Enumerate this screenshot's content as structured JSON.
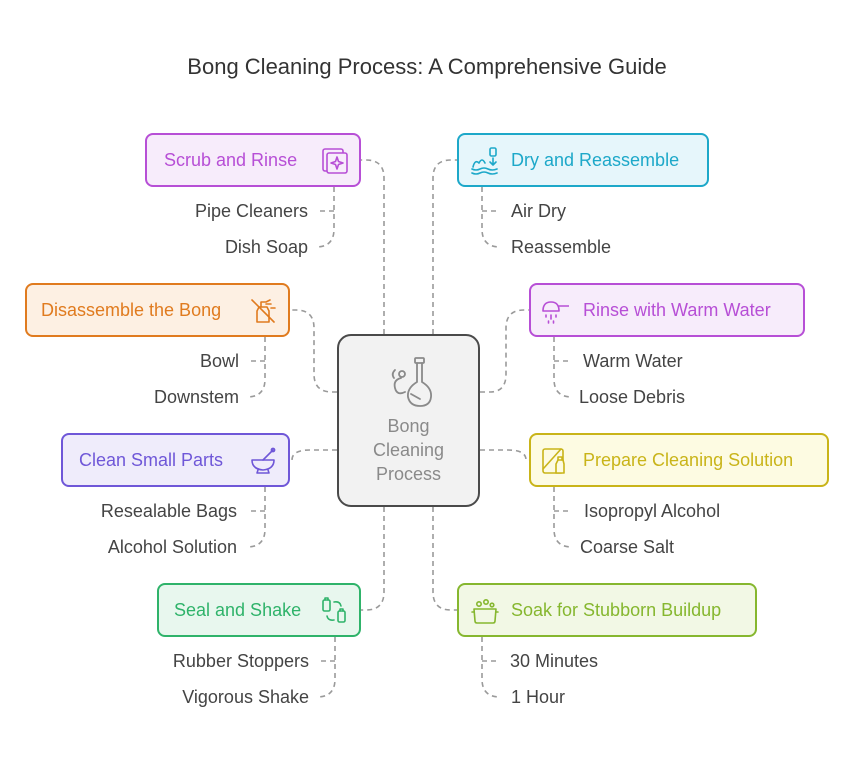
{
  "title": "Bong Cleaning Process: A Comprehensive Guide",
  "center": {
    "lines": [
      "Bong",
      "Cleaning",
      "Process"
    ],
    "icon": "bong-icon"
  },
  "left": [
    {
      "id": "scrub",
      "label": "Scrub and Rinse",
      "color": "#b74fd6",
      "fill": "#f7ecfb",
      "icon": "sparkle-card-icon",
      "items": [
        "Pipe Cleaners",
        "Dish Soap"
      ]
    },
    {
      "id": "disassemble",
      "label": "Disassemble the Bong",
      "color": "#e07b1f",
      "fill": "#fdf0e3",
      "icon": "no-spray-icon",
      "items": [
        "Bowl",
        "Downstem"
      ]
    },
    {
      "id": "clean-small",
      "label": "Clean Small Parts",
      "color": "#6f57d8",
      "fill": "#efecfb",
      "icon": "mortar-icon",
      "items": [
        "Resealable Bags",
        "Alcohol Solution"
      ]
    },
    {
      "id": "seal-shake",
      "label": "Seal and Shake",
      "color": "#2fb36a",
      "fill": "#e8f7ee",
      "icon": "shake-cycle-icon",
      "items": [
        "Rubber Stoppers",
        "Vigorous Shake"
      ]
    }
  ],
  "right": [
    {
      "id": "dry",
      "label": "Dry and Reassemble",
      "color": "#1da8c9",
      "fill": "#e6f6fb",
      "icon": "dry-icon",
      "items": [
        "Air Dry",
        "Reassemble"
      ]
    },
    {
      "id": "rinse-warm",
      "label": "Rinse with Warm Water",
      "color": "#b74fd6",
      "fill": "#f7ecfb",
      "icon": "shower-icon",
      "items": [
        "Warm Water",
        "Loose Debris"
      ]
    },
    {
      "id": "prepare",
      "label": "Prepare Cleaning Solution",
      "color": "#c9b419",
      "fill": "#fdfbe2",
      "icon": "bottle-icon",
      "items": [
        "Isopropyl Alcohol",
        "Coarse Salt"
      ]
    },
    {
      "id": "soak",
      "label": "Soak for Stubborn Buildup",
      "color": "#86b72f",
      "fill": "#f2f8e5",
      "icon": "pot-icon",
      "items": [
        "30 Minutes",
        "1 Hour"
      ]
    }
  ]
}
